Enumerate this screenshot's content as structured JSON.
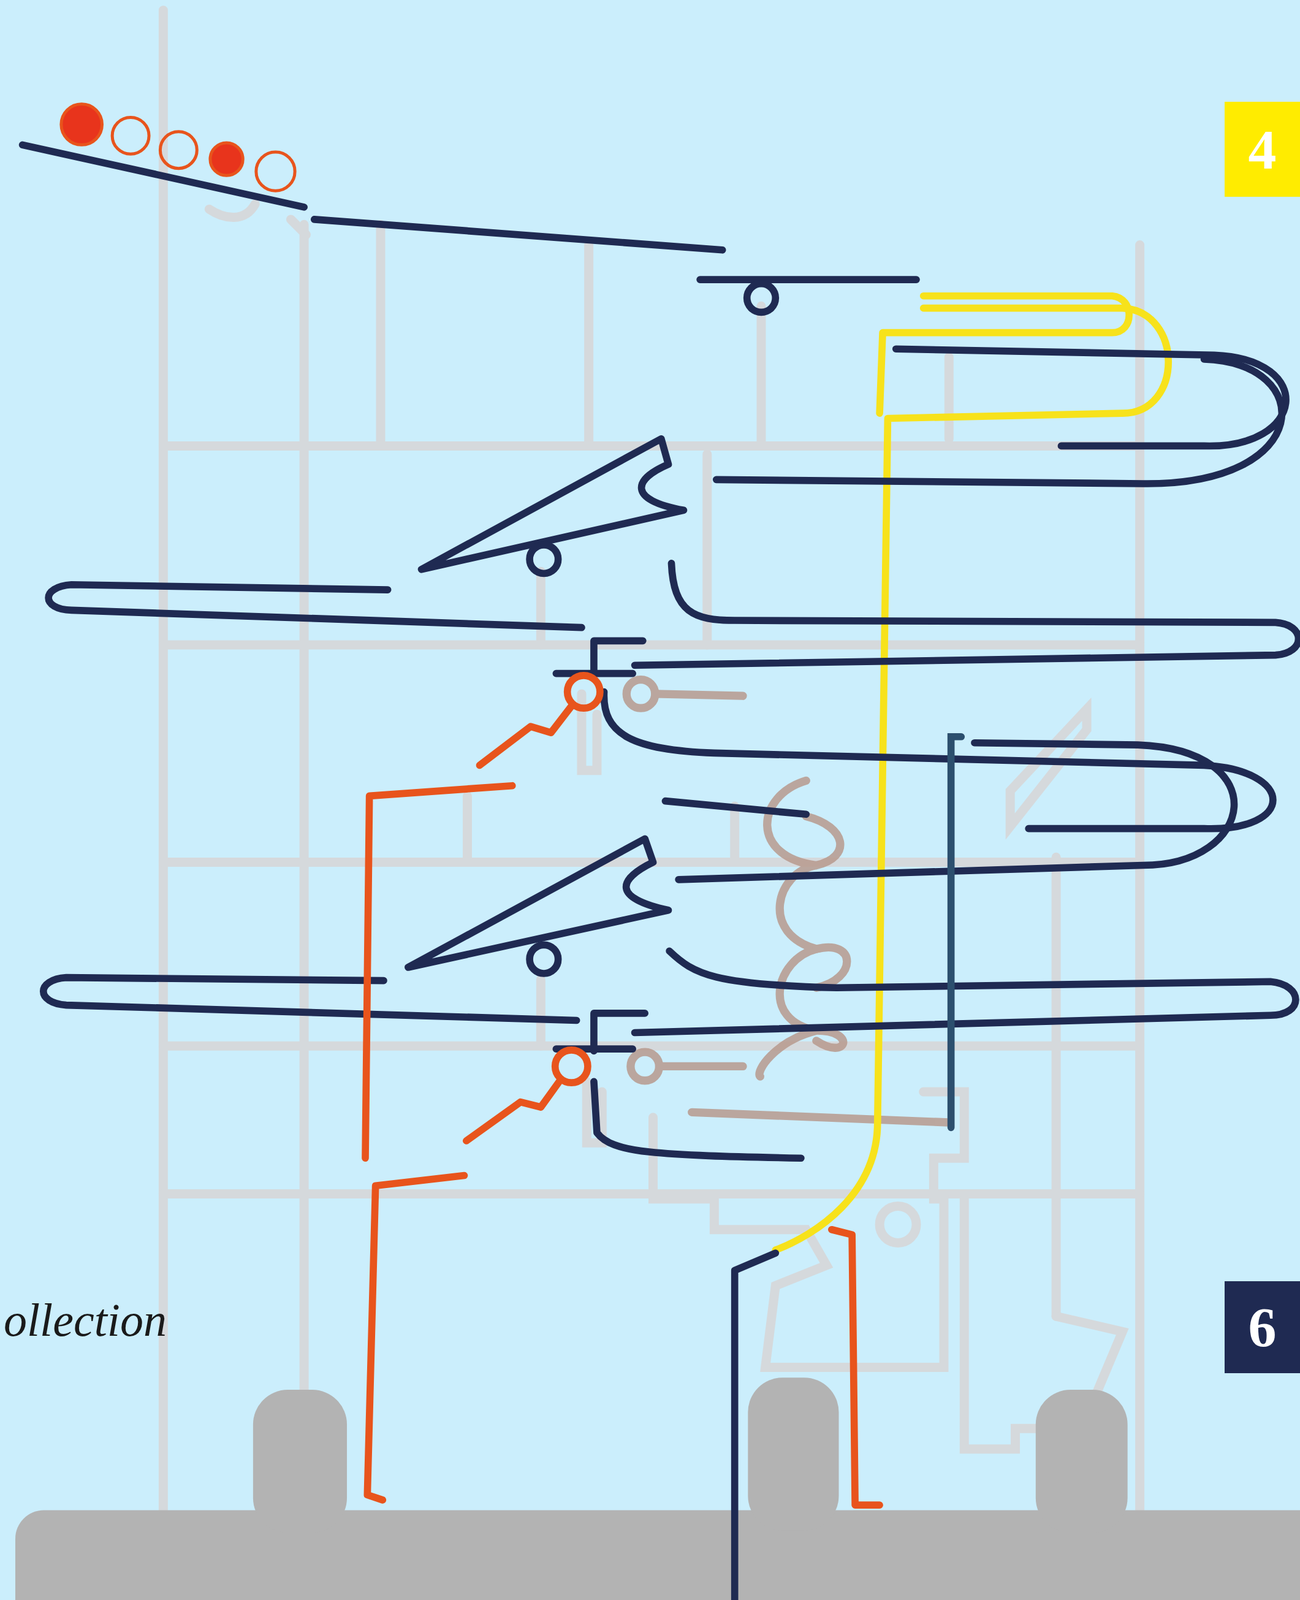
{
  "diagram": {
    "nodes": [
      {
        "text": [
          "4"
        ]
      },
      {
        "text": [
          "6"
        ]
      }
    ],
    "labels": [
      "ollection"
    ]
  }
}
